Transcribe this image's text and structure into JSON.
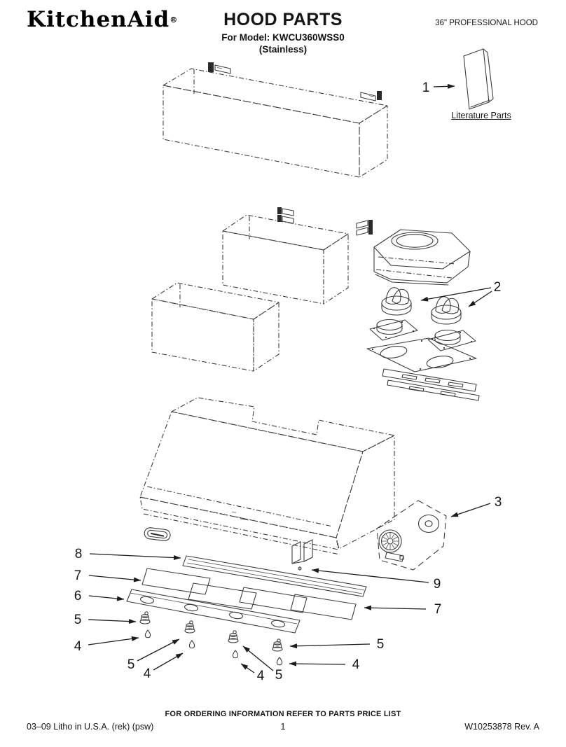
{
  "header": {
    "brand": "KitchenAid",
    "registered": "®",
    "title": "HOOD PARTS",
    "model": "For Model: KWCU360WSS0",
    "finish": "(Stainless)",
    "product": "36\" PROFESSIONAL HOOD"
  },
  "diagram": {
    "literature_label": "Literature Parts",
    "callouts": {
      "n1": "1",
      "n2": "2",
      "n3": "3",
      "n4": "4",
      "n5": "5",
      "n6": "6",
      "n7": "7",
      "n8": "8",
      "n9": "9"
    }
  },
  "footer": {
    "ordering_note": "FOR ORDERING INFORMATION REFER TO PARTS PRICE LIST",
    "litho": "03–09 Litho in U.S.A. (rek) (psw)",
    "page_number": "1",
    "document_number": "W10253878 Rev. A"
  }
}
